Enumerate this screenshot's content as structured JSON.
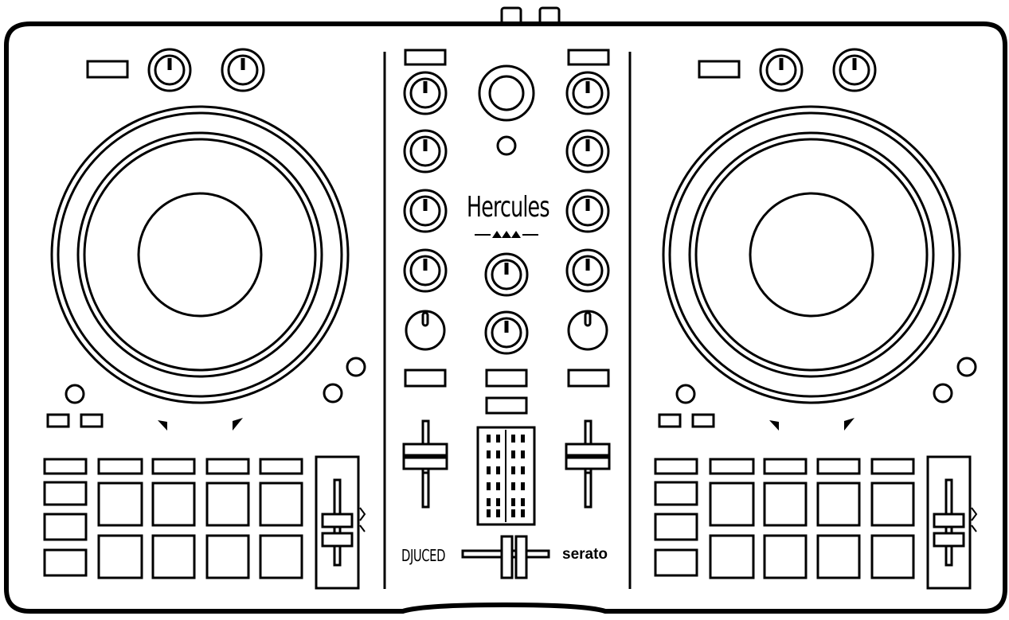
{
  "device": {
    "brand": "Hercules",
    "software_left": "DJUCED",
    "software_right": "serato"
  },
  "colors": {
    "stroke": "#000000",
    "fill": "#ffffff"
  },
  "icons": [
    "jog-wheel-icon",
    "knob-icon",
    "fader-icon",
    "crossfader-icon",
    "vu-meter-icon",
    "browse-encoder-icon",
    "performance-pad-icon"
  ]
}
